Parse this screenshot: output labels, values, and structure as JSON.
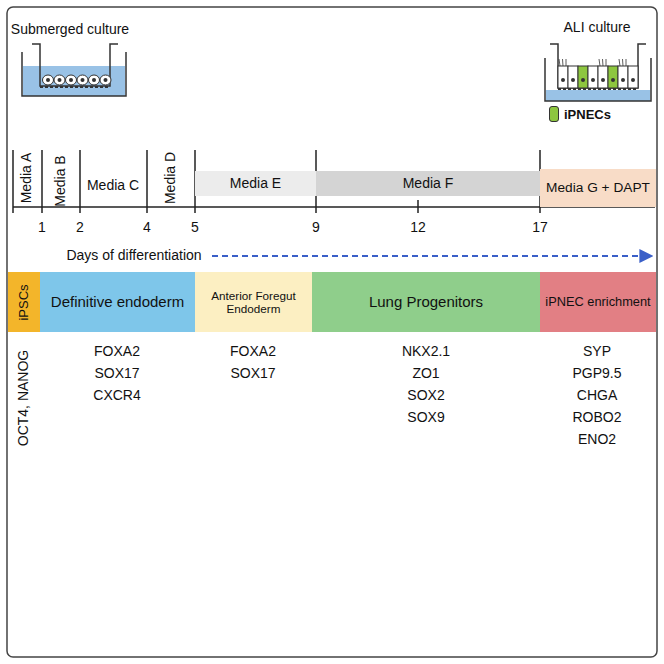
{
  "diagram": {
    "nodes": [
      {
        "text": [
          "Media E"
        ]
      },
      {
        "text": [
          "Media F"
        ]
      },
      {
        "text": [
          "Media G + DAPT"
        ]
      },
      {
        "text": [
          "iPSCs"
        ]
      },
      {
        "text": [
          "Definitive endoderm"
        ]
      },
      {
        "text": [
          "Anterior Foregut Endoderm"
        ]
      },
      {
        "text": [
          "Lung Progenitors"
        ]
      },
      {
        "text": [
          "iPNEC enrichment"
        ]
      }
    ],
    "labels": [
      "Submerged culture",
      "ALI culture",
      "Media A",
      "Media B",
      "Media C",
      "Media D",
      "1",
      "2",
      "4",
      "5",
      "9",
      "12",
      "17",
      "Days of differentiation",
      "OCT4, NANOG",
      "FOXA2",
      "SOX17",
      "CXCR4",
      "FOXA2",
      "SOX17",
      "NKX2.1",
      "ZO1",
      "SOX2",
      "SOX9",
      "SYP",
      "PGP9.5",
      "CHGA",
      "ROBO2",
      "ENO2"
    ],
    "legend": [
      {
        "text": "iPNECs",
        "color": "#8dc63f"
      }
    ]
  }
}
